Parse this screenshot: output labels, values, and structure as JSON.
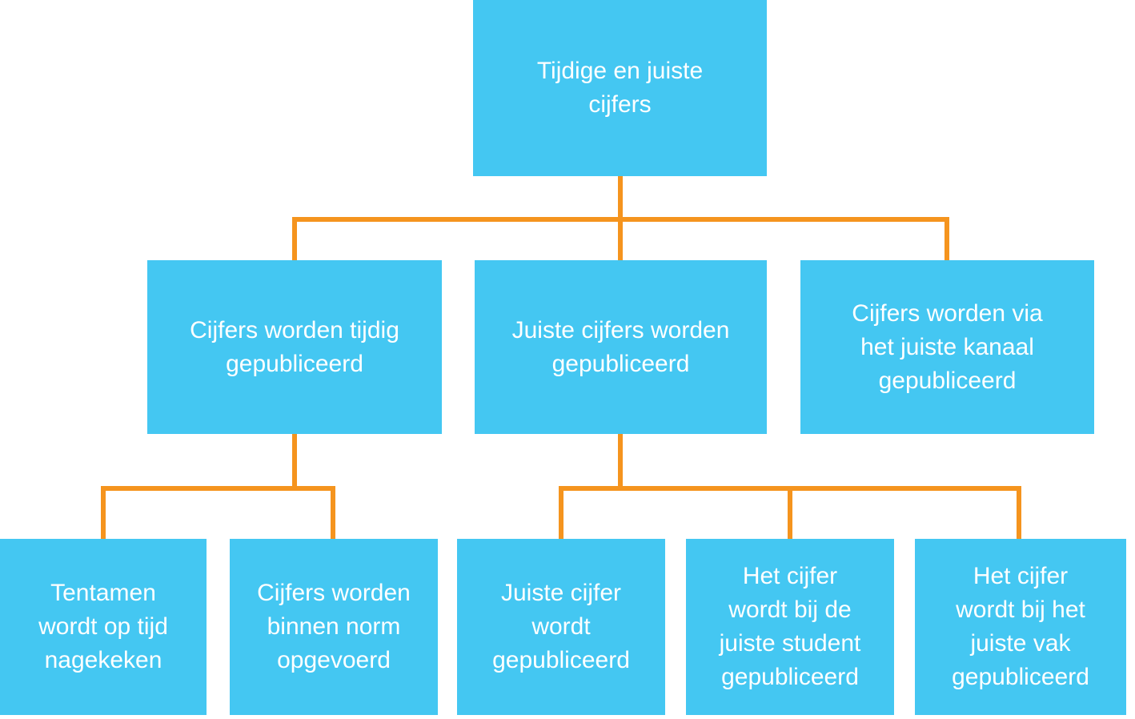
{
  "theme": {
    "node_color": "#44C7F2",
    "connector_color": "#F5941E",
    "text_color": "#ffffff",
    "background": "#ffffff"
  },
  "diagram": {
    "type": "tree",
    "nodes": [
      {
        "id": "root",
        "level": 1,
        "label": "Tijdige en juiste cijfers",
        "lines": [
          "Tijdige en juiste",
          "cijfers"
        ]
      },
      {
        "id": "tijdig",
        "level": 2,
        "label": "Cijfers worden tijdig gepubliceerd",
        "lines": [
          "Cijfers worden tijdig",
          "gepubliceerd"
        ]
      },
      {
        "id": "juiste",
        "level": 2,
        "label": "Juiste cijfers worden gepubliceerd",
        "lines": [
          "Juiste cijfers worden",
          "gepubliceerd"
        ]
      },
      {
        "id": "kanaal",
        "level": 2,
        "label": "Cijfers worden via het juiste kanaal gepubliceerd",
        "lines": [
          "Cijfers worden via",
          "het juiste kanaal",
          "gepubliceerd"
        ]
      },
      {
        "id": "tentamen",
        "level": 3,
        "label": "Tentamen wordt op tijd nagekeken",
        "lines": [
          "Tentamen",
          "wordt op tijd",
          "nagekeken"
        ]
      },
      {
        "id": "norm",
        "level": 3,
        "label": "Cijfers worden binnen norm opgevoerd",
        "lines": [
          "Cijfers worden",
          "binnen norm",
          "opgevoerd"
        ]
      },
      {
        "id": "juiste-cijfer",
        "level": 3,
        "label": "Juiste cijfer wordt gepubliceerd",
        "lines": [
          "Juiste cijfer",
          "wordt",
          "gepubliceerd"
        ]
      },
      {
        "id": "juiste-student",
        "level": 3,
        "label": "Het cijfer wordt bij de juiste student gepubliceerd",
        "lines": [
          "Het cijfer",
          "wordt bij de",
          "juiste student",
          "gepubliceerd"
        ]
      },
      {
        "id": "juiste-vak",
        "level": 3,
        "label": "Het cijfer wordt bij het juiste vak gepubliceerd",
        "lines": [
          "Het cijfer",
          "wordt bij het",
          "juiste vak",
          "gepubliceerd"
        ]
      }
    ],
    "edges": [
      {
        "from": "root",
        "to": "tijdig"
      },
      {
        "from": "root",
        "to": "juiste"
      },
      {
        "from": "root",
        "to": "kanaal"
      },
      {
        "from": "tijdig",
        "to": "tentamen"
      },
      {
        "from": "tijdig",
        "to": "norm"
      },
      {
        "from": "juiste",
        "to": "juiste-cijfer"
      },
      {
        "from": "juiste",
        "to": "juiste-student"
      },
      {
        "from": "juiste",
        "to": "juiste-vak"
      }
    ]
  }
}
